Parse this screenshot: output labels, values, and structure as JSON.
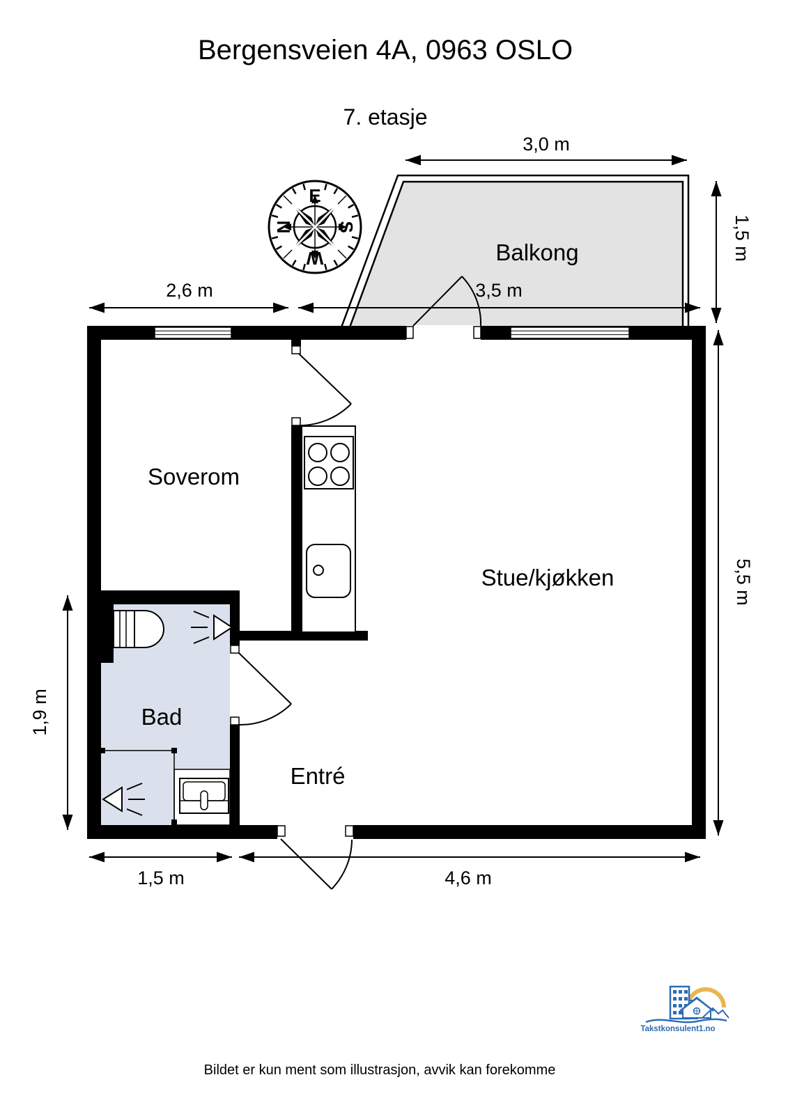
{
  "header": {
    "title": "Bergensveien 4A, 0963 OSLO",
    "subtitle": "7. etasje"
  },
  "rooms": {
    "balcony": "Balkong",
    "bedroom": "Soverom",
    "living_kitchen": "Stue/kjøkken",
    "bathroom": "Bad",
    "entry": "Entré"
  },
  "dimensions": {
    "balcony_width": "3,0 m",
    "bedroom_width": "2,6 m",
    "living_width": "3,5 m",
    "balcony_depth": "1,5 m",
    "living_depth": "5,5 m",
    "bath_depth": "1,9 m",
    "bath_width": "1,5 m",
    "bottom_width": "4,6 m"
  },
  "compass": {
    "top": "E",
    "right": "S",
    "bottom": "W",
    "left": "N"
  },
  "logo": {
    "text": "Takstkonsulent1.no"
  },
  "footer": {
    "disclaimer": "Bildet er kun ment som illustrasjon, avvik kan forekomme"
  },
  "colors": {
    "wall": "#000000",
    "balcony_fill": "#e3e3e3",
    "bathroom_fill": "#dbe1ec",
    "logo_blue": "#2b6cb5",
    "logo_gold": "#e8b551"
  }
}
